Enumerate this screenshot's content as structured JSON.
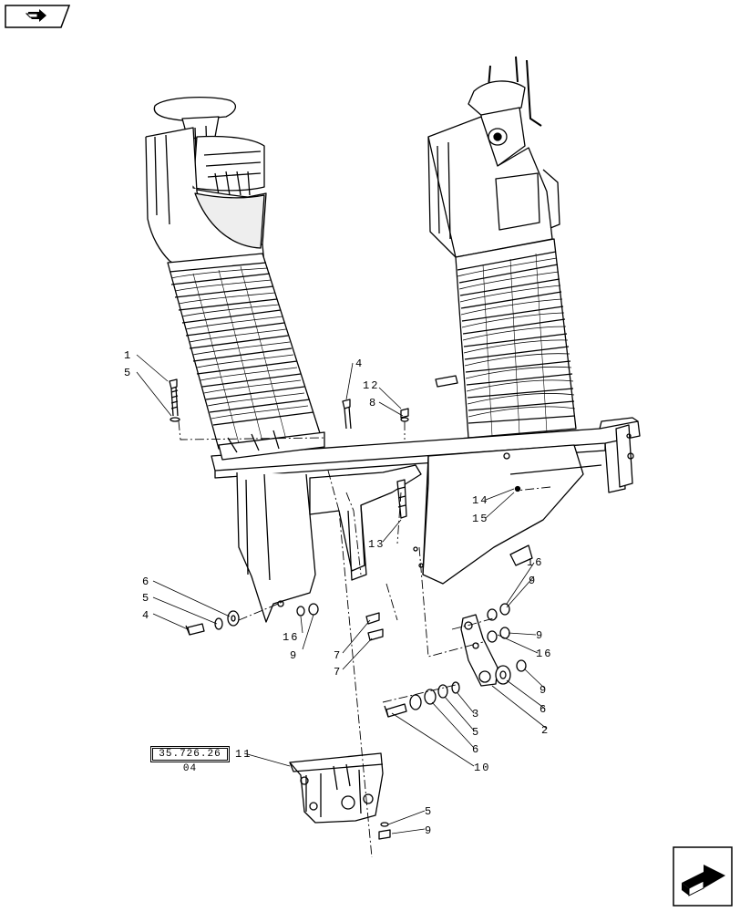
{
  "header": {
    "nav_icon": "back-arrow-icon"
  },
  "footer": {
    "nav_icon": "next-page-icon"
  },
  "reference": {
    "code": "35.726.26 04"
  },
  "callouts": [
    {
      "id": "c1",
      "text": "1"
    },
    {
      "id": "c5a",
      "text": "5"
    },
    {
      "id": "c4a",
      "text": "4"
    },
    {
      "id": "c12",
      "text": "12"
    },
    {
      "id": "c8",
      "text": "8"
    },
    {
      "id": "c14",
      "text": "14"
    },
    {
      "id": "c15",
      "text": "15"
    },
    {
      "id": "c13",
      "text": "13"
    },
    {
      "id": "c16a",
      "text": "16"
    },
    {
      "id": "c9a",
      "text": "9"
    },
    {
      "id": "c9b",
      "text": "9"
    },
    {
      "id": "c16b",
      "text": "16"
    },
    {
      "id": "c9c",
      "text": "9"
    },
    {
      "id": "c6a",
      "text": "6"
    },
    {
      "id": "c5b",
      "text": "5"
    },
    {
      "id": "c4b",
      "text": "4"
    },
    {
      "id": "c16c",
      "text": "16"
    },
    {
      "id": "c9d",
      "text": "9"
    },
    {
      "id": "c7a",
      "text": "7"
    },
    {
      "id": "c7b",
      "text": "7"
    },
    {
      "id": "c3",
      "text": "3"
    },
    {
      "id": "c5c",
      "text": "5"
    },
    {
      "id": "c6b",
      "text": "6"
    },
    {
      "id": "c10",
      "text": "10"
    },
    {
      "id": "c2",
      "text": "2"
    },
    {
      "id": "c6c",
      "text": "6"
    },
    {
      "id": "c11",
      "text": "11"
    },
    {
      "id": "c5d",
      "text": "5"
    },
    {
      "id": "c9e",
      "text": "9"
    }
  ]
}
